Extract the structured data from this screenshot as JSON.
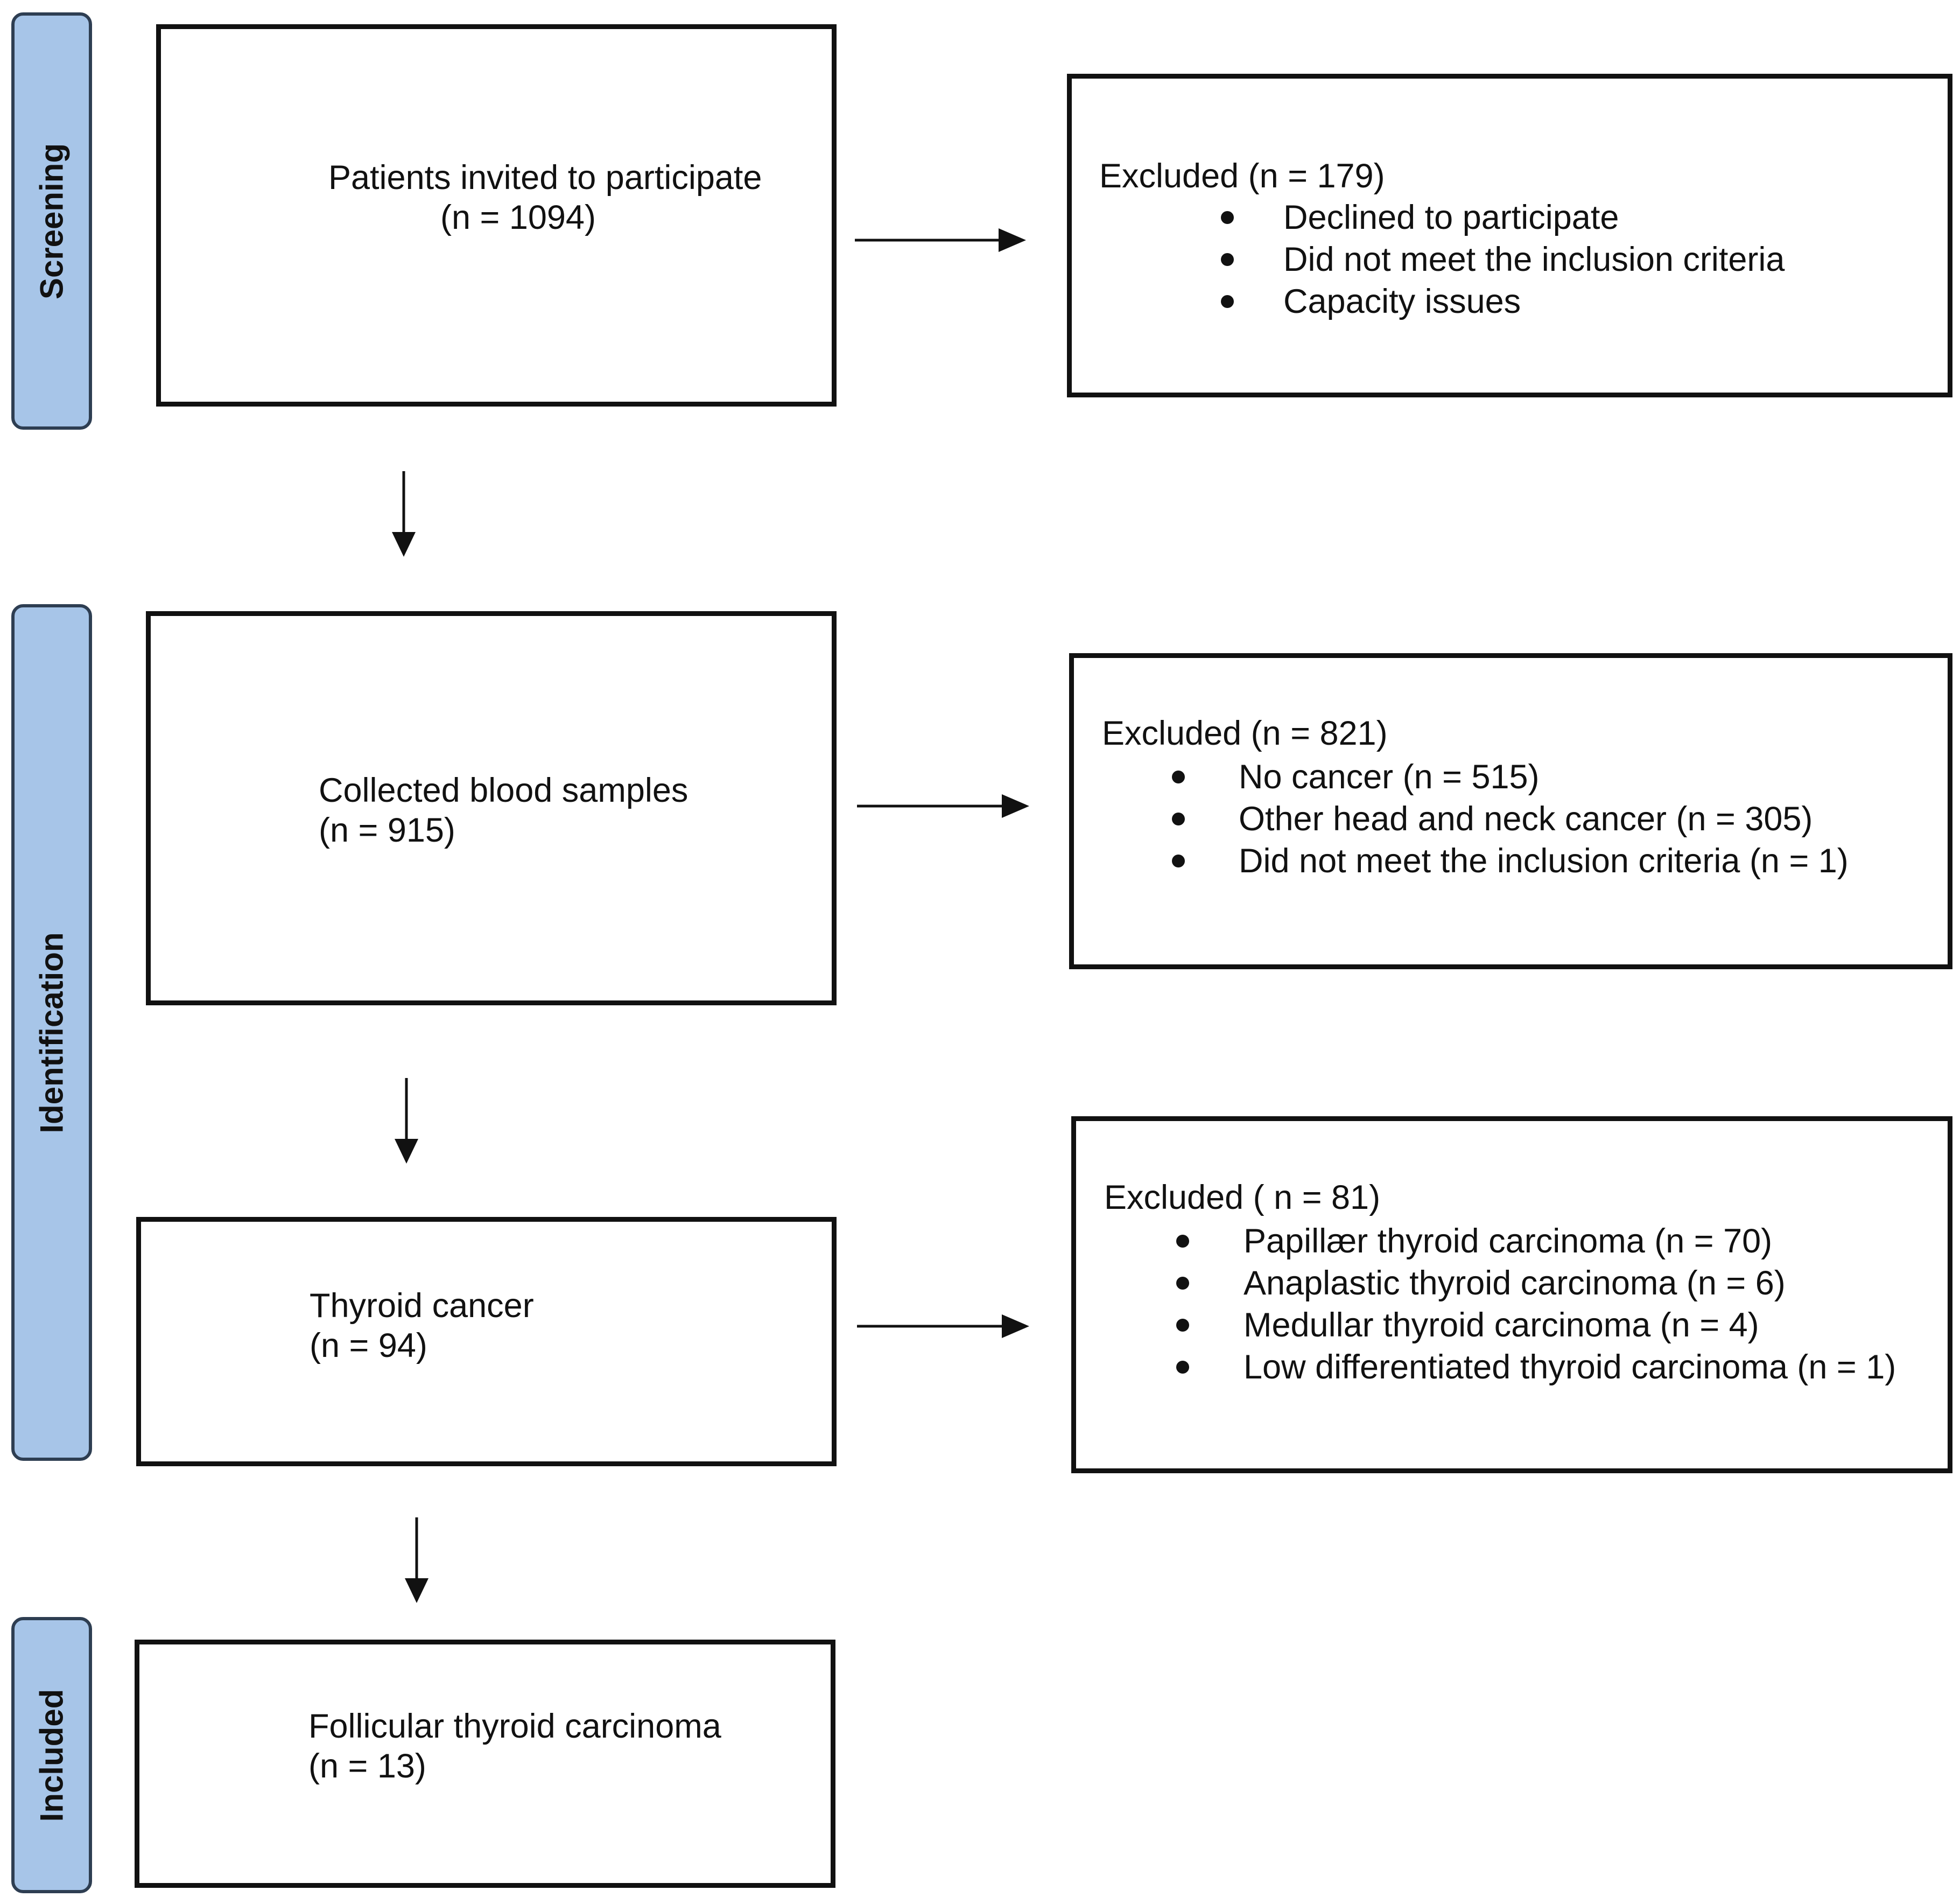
{
  "stages": {
    "screening": "Screening",
    "identification": "Identification",
    "included": "Included"
  },
  "boxes": {
    "invited": {
      "line1": "Patients invited to participate",
      "line2": "(n = 1094)"
    },
    "collected": {
      "line1": "Collected blood samples",
      "line2": "(n = 915)"
    },
    "thyroid": {
      "line1": "Thyroid cancer",
      "line2": "(n = 94)"
    },
    "follicular": {
      "line1": "Follicular thyroid carcinoma",
      "line2": "(n = 13)"
    }
  },
  "exclusions": {
    "first": {
      "title": "Excluded (n = 179)",
      "items": [
        "Declined to participate",
        "Did not meet the inclusion criteria",
        "Capacity issues"
      ]
    },
    "second": {
      "title": "Excluded (n = 821)",
      "items": [
        "No cancer (n = 515)",
        "Other head and neck cancer (n = 305)",
        "Did not meet the inclusion criteria (n = 1)"
      ]
    },
    "third": {
      "title": "Excluded ( n = 81)",
      "items": [
        "Papillær thyroid carcinoma (n = 70)",
        "Anaplastic thyroid carcinoma (n = 6)",
        "Medullar thyroid carcinoma (n = 4)",
        "Low differentiated thyroid carcinoma (n = 1)"
      ]
    }
  },
  "colors": {
    "stage_fill": "#a7c5e8",
    "stage_border": "#2e3e52",
    "line": "#111111"
  }
}
